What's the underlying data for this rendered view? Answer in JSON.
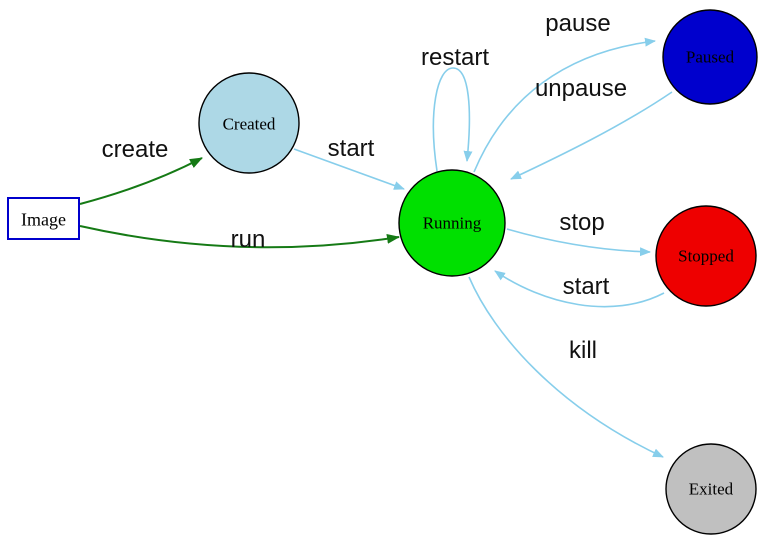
{
  "diagram": {
    "type": "state-diagram",
    "background": "#ffffff",
    "edge_colors": {
      "image_ops": "#157a15",
      "container_ops": "#87ceeb"
    },
    "nodes": [
      {
        "id": "image",
        "label": "Image",
        "shape": "rect",
        "fill": "#ffffff",
        "stroke": "#0000cc"
      },
      {
        "id": "created",
        "label": "Created",
        "shape": "circle",
        "fill": "#add8e6",
        "stroke": "#000000"
      },
      {
        "id": "running",
        "label": "Running",
        "shape": "circle",
        "fill": "#00e000",
        "stroke": "#000000"
      },
      {
        "id": "paused",
        "label": "Paused",
        "shape": "circle",
        "fill": "#0000cd",
        "stroke": "#000000"
      },
      {
        "id": "stopped",
        "label": "Stopped",
        "shape": "circle",
        "fill": "#ee0000",
        "stroke": "#000000"
      },
      {
        "id": "exited",
        "label": "Exited",
        "shape": "circle",
        "fill": "#c0c0c0",
        "stroke": "#000000"
      }
    ],
    "edges": [
      {
        "from": "image",
        "to": "running",
        "label": "run",
        "color": "#157a15"
      },
      {
        "from": "image",
        "to": "created",
        "label": "create",
        "color": "#157a15"
      },
      {
        "from": "created",
        "to": "running",
        "label": "start",
        "color": "#87ceeb"
      },
      {
        "from": "running",
        "to": "running",
        "label": "restart",
        "color": "#87ceeb"
      },
      {
        "from": "running",
        "to": "paused",
        "label": "pause",
        "color": "#87ceeb"
      },
      {
        "from": "paused",
        "to": "running",
        "label": "unpause",
        "color": "#87ceeb"
      },
      {
        "from": "running",
        "to": "stopped",
        "label": "stop",
        "color": "#87ceeb"
      },
      {
        "from": "stopped",
        "to": "running",
        "label": "start",
        "color": "#87ceeb"
      },
      {
        "from": "running",
        "to": "exited",
        "label": "kill",
        "color": "#87ceeb"
      }
    ]
  }
}
